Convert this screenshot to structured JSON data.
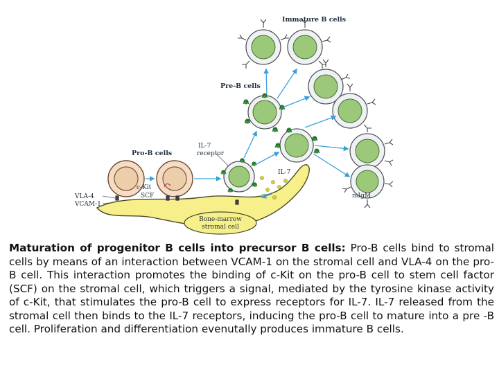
{
  "diagram": {
    "labels": {
      "immature_b_cells": "Immature B cells",
      "pre_b_cells": "Pre-B cells",
      "pro_b_cells": "Pro-B cells",
      "il7_receptor_line1": "IL-7",
      "il7_receptor_line2": "receptor",
      "il7": "IL-7",
      "c_kit": "c-Kit",
      "scf": "SCF",
      "vla4": "VLA-4",
      "vcam1": "VCAM-1",
      "migm": "mIgM",
      "stromal_line1": "Bone-marrow",
      "stromal_line2": "stromal cell"
    },
    "colors": {
      "stromal_fill": "#f7f08a",
      "stromal_outline": "#4a4a2a",
      "pro_b_fill": "#f6dcc5",
      "pro_b_nucleus": "#eccfaa",
      "b_cell_fill": "#eef2f4",
      "nucleus_green": "#9cc87a",
      "arrow": "#3aa0d8",
      "il7_dot": "#d8d43a"
    }
  },
  "caption": {
    "title": "Maturation of progenitor B cells into precursor B cells:",
    "body": " Pro-B cells bind to stromal cells by means of an interaction between VCAM-1 on the stromal cell and VLA-4 on the pro-B cell. This interaction promotes the binding of c-Kit on the pro-B cell to stem cell factor (SCF) on the stromal cell, which triggers a signal, mediated by the tyrosine kinase activity of c-Kit, that stimulates the pro-B cell to express receptors for IL-7. IL-7 released from the stromal cell then binds to the IL-7 receptors, inducing the pro-B cell to mature into a pre -B cell. Proliferation and differentiation evenutally produces immature B cells."
  }
}
